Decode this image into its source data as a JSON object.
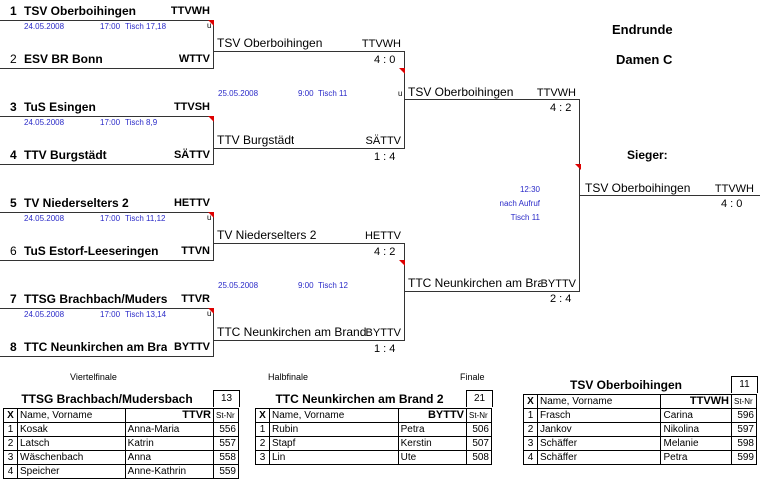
{
  "header": {
    "title": "Endrunde",
    "subtitle": "Damen C",
    "winner_label": "Sieger:"
  },
  "round_labels": [
    "Viertelfinale",
    "Halbfinale",
    "Finale"
  ],
  "quarterfinals": [
    {
      "team1": {
        "seed": "1",
        "name": "TSV Oberboihingen",
        "verband": "TTVWH"
      },
      "team2": {
        "seed": "2",
        "name": "ESV BR Bonn",
        "verband": "WTTV"
      },
      "date": "24.05.2008",
      "time": "17:00",
      "table": "Tisch 17,18",
      "mark": "u"
    },
    {
      "team1": {
        "seed": "3",
        "name": "TuS Esingen",
        "verband": "TTVSH"
      },
      "team2": {
        "seed": "4",
        "name": "TTV Burgstädt",
        "verband": "SÄTTV"
      },
      "date": "24.05.2008",
      "time": "17:00",
      "table": "Tisch 8,9",
      "mark": ""
    },
    {
      "team1": {
        "seed": "5",
        "name": "TV Niederselters 2",
        "verband": "HETTV"
      },
      "team2": {
        "seed": "6",
        "name": "TuS Estorf-Leeseringen",
        "verband": "TTVN"
      },
      "date": "24.05.2008",
      "time": "17:00",
      "table": "Tisch 11,12",
      "mark": "u"
    },
    {
      "team1": {
        "seed": "7",
        "name": "TTSG Brachbach/Muders",
        "verband": "TTVR"
      },
      "team2": {
        "seed": "8",
        "name": "TTC Neunkirchen am Bra",
        "verband": "BYTTV"
      },
      "date": "24.05.2008",
      "time": "17:00",
      "table": "Tisch 13,14",
      "mark": "u"
    }
  ],
  "semifinals": [
    {
      "team1": {
        "name": "TSV Oberboihingen",
        "verband": "TTVWH",
        "score": "4 : 0"
      },
      "team2": {
        "name": "TTV Burgstädt",
        "verband": "SÄTTV",
        "score": "1 : 4"
      },
      "date": "25.05.2008",
      "time": "9:00",
      "table": "Tisch 11",
      "mark": "u"
    },
    {
      "team1": {
        "name": "TV Niederselters 2",
        "verband": "HETTV",
        "score": "4 : 2"
      },
      "team2": {
        "name": "TTC Neunkirchen am Brand",
        "verband": "BYTTV",
        "score": "1 : 4"
      },
      "date": "25.05.2008",
      "time": "9:00",
      "table": "Tisch 12",
      "mark": ""
    }
  ],
  "final": {
    "team1": {
      "name": "TSV Oberboihingen",
      "verband": "TTVWH",
      "score": "4 : 2"
    },
    "team2": {
      "name": "TTC Neunkirchen am Bra",
      "verband": "BYTTV",
      "score": "2 : 4"
    },
    "time": "12:30",
    "note": "nach Aufruf",
    "table": "Tisch 11"
  },
  "winner": {
    "name": "TSV Oberboihingen",
    "verband": "TTVWH",
    "score": "4 : 0"
  },
  "rosters": [
    {
      "team": "TTSG Brachbach/Mudersbach",
      "number": "13",
      "verband": "TTVR",
      "col_x": "X",
      "col_name": "Name, Vorname",
      "col_nr": "St-Nr",
      "players": [
        [
          "1",
          "Kosak",
          "Anna-Maria",
          "556"
        ],
        [
          "2",
          "Latsch",
          "Katrin",
          "557"
        ],
        [
          "3",
          "Wäschenbach",
          "Anna",
          "558"
        ],
        [
          "4",
          "Speicher",
          "Anne-Kathrin",
          "559"
        ]
      ]
    },
    {
      "team": "TTC Neunkirchen am Brand 2",
      "number": "21",
      "verband": "BYTTV",
      "col_x": "X",
      "col_name": "Name, Vorname",
      "col_nr": "St-Nr",
      "players": [
        [
          "1",
          "Rubin",
          "Petra",
          "506"
        ],
        [
          "2",
          "Stapf",
          "Kerstin",
          "507"
        ],
        [
          "3",
          "Lin",
          "Ute",
          "508"
        ]
      ]
    },
    {
      "team": "TSV Oberboihingen",
      "number": "11",
      "verband": "TTVWH",
      "col_x": "X",
      "col_name": "Name, Vorname",
      "col_nr": "St-Nr",
      "players": [
        [
          "1",
          "Frasch",
          "Carina",
          "596"
        ],
        [
          "2",
          "Jankov",
          "Nikolina",
          "597"
        ],
        [
          "3",
          "Schäffer",
          "Melanie",
          "598"
        ],
        [
          "4",
          "Schäffer",
          "Petra",
          "599"
        ]
      ]
    }
  ]
}
